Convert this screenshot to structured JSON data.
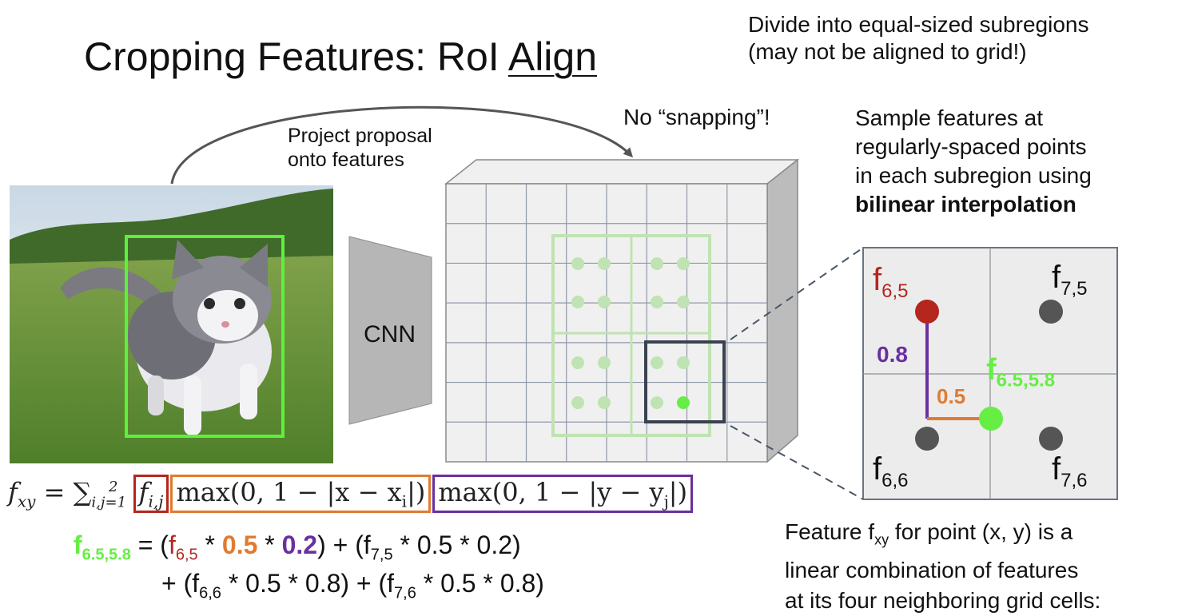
{
  "title": {
    "prefix": "Cropping Features: RoI ",
    "emph": "Align"
  },
  "notes": {
    "divide_line1": "Divide into equal-sized subregions",
    "divide_line2": "(may not be aligned to grid!)",
    "no_snapping": "No “snapping”!",
    "sample_line1": "Sample features at",
    "sample_line2": "regularly-spaced points",
    "sample_line3": "in each subregion using",
    "sample_bold": "bilinear interpolation",
    "project_line1": "Project proposal",
    "project_line2": "onto features",
    "cnn": "CNN",
    "feature_line1_a": "Feature f",
    "feature_line1_sub": "xy",
    "feature_line1_b": " for point (x, y) is a",
    "feature_line2": "linear combination of features",
    "feature_line3": "at its four neighboring grid cells:"
  },
  "zoom": {
    "f65": "f",
    "f65_sub": "6,5",
    "f75": "f",
    "f75_sub": "7,5",
    "f66": "f",
    "f66_sub": "6,6",
    "f76": "f",
    "f76_sub": "7,6",
    "fsample": "f",
    "fsample_sub": "6.5,5.8",
    "dist_y": "0.8",
    "dist_x": "0.5"
  },
  "formula": {
    "lhs": "f_{xy} = ∑_{i,j=1}^{2}",
    "lhs_f": "f",
    "lhs_sub": "xy",
    "eq_sum": " = ∑",
    "sum_sub": "i,j=1",
    "sum_sup": "2",
    "term1": "f",
    "term1_sub": "i,j",
    "term2": "max(0, 1 − |x − x",
    "term2_sub": "i",
    "term2_end": "|)",
    "term3": "max(0, 1 − |y − y",
    "term3_sub": "j",
    "term3_end": "|)"
  },
  "expansion": {
    "lhs": "f",
    "lhs_sub": "6.5,5.8",
    "l1_open": " = (",
    "l1_f65": "f",
    "l1_f65_sub": "6,5",
    "l1_star1": " * ",
    "l1_05": "0.5",
    "l1_star2": " * ",
    "l1_02": "0.2",
    "l1_mid": ") + (f",
    "l1_f75_sub": "7,5",
    "l1_end": " * 0.5 * 0.2)",
    "l2_open": "+ (f",
    "l2_f66_sub": "6,6",
    "l2_mid": " * 0.5 * 0.8) + (f",
    "l2_f76_sub": "7,6",
    "l2_end": " * 0.5 * 0.8)"
  },
  "colors": {
    "proposal_green": "#5ef03c",
    "sample_green": "#66ee44",
    "red": "#b5261e",
    "orange": "#e07b30",
    "purple": "#6a2fa0",
    "grid_gray": "#3a4250",
    "dot_gray": "#555555"
  }
}
